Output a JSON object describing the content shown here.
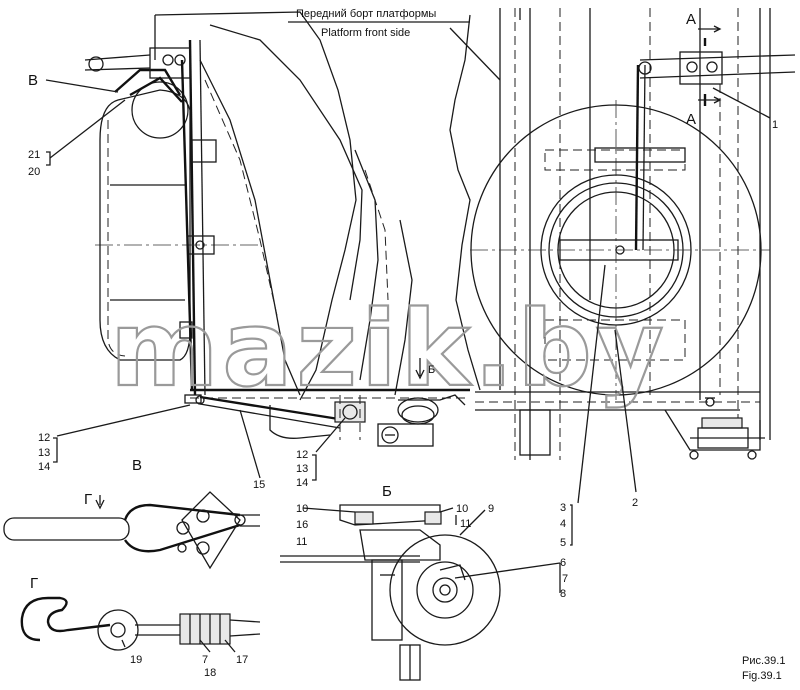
{
  "header": {
    "caption_ru": "Передний борт платформы",
    "caption_en": "Platform front side"
  },
  "views": {
    "view_v": "В",
    "view_g": "Г",
    "view_b": "Б",
    "arrow_a_top": "А",
    "arrow_a_bottom": "А",
    "arrow_b_main": "Б",
    "arrow_g": "Г"
  },
  "callouts": {
    "c1": "1",
    "c2": "2",
    "c3": "3",
    "c4": "4",
    "c5": "5",
    "c6": "6",
    "c7": "7",
    "c8": "8",
    "c9": "9",
    "c10a": "10",
    "c10b": "10",
    "c11a": "11",
    "c11b": "11",
    "c12a": "12",
    "c13a": "13",
    "c14a": "14",
    "c12b": "12",
    "c13b": "13",
    "c14b": "14",
    "c15": "15",
    "c16": "16",
    "c17": "17",
    "c18": "18",
    "c19": "19",
    "c20": "20",
    "c21": "21",
    "c7b": "7",
    "view_b_main": "В"
  },
  "figure": {
    "ru": "Рис.39.1",
    "en": "Fig.39.1"
  },
  "watermark": "mazik.by"
}
